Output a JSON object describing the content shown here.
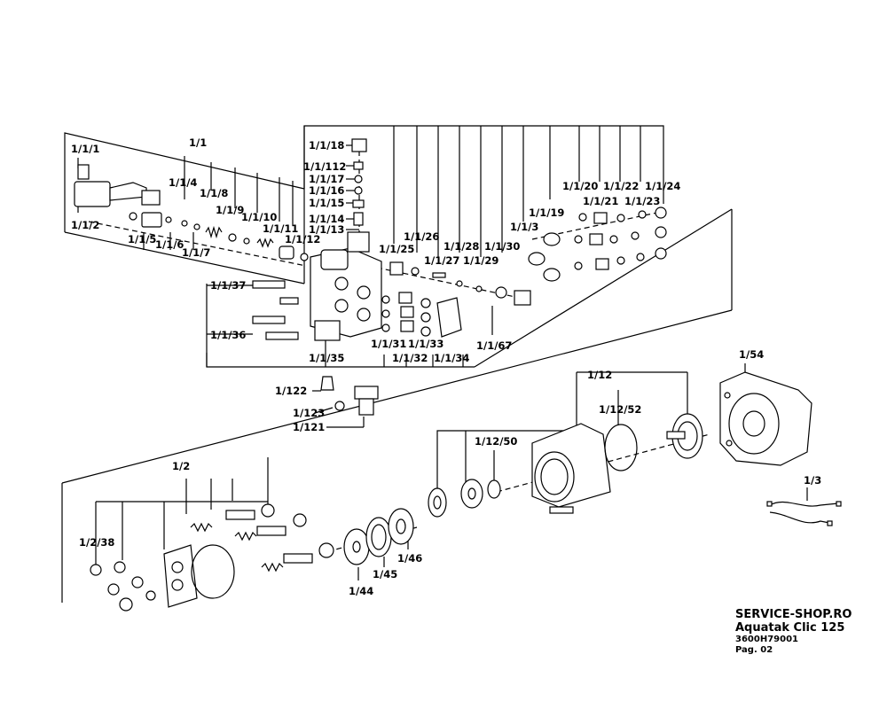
{
  "labels": {
    "l_1_1": "1/1",
    "l_1_1_1": "1/1/1",
    "l_1_1_2": "1/1/2",
    "l_1_1_4": "1/1/4",
    "l_1_1_5": "1/1/5",
    "l_1_1_6": "1/1/6",
    "l_1_1_7": "1/1/7",
    "l_1_1_8": "1/1/8",
    "l_1_1_9": "1/1/9",
    "l_1_1_10": "1/1/10",
    "l_1_1_11": "1/1/11",
    "l_1_1_12": "1/1/12",
    "l_1_1_13": "1/1/13",
    "l_1_1_14": "1/1/14",
    "l_1_1_15": "1/1/15",
    "l_1_1_16": "1/1/16",
    "l_1_1_17": "1/1/17",
    "l_1_1_112": "1/1/112",
    "l_1_1_18": "1/1/18",
    "l_1_1_19": "1/1/19",
    "l_1_1_20": "1/1/20",
    "l_1_1_21": "1/1/21",
    "l_1_1_22": "1/1/22",
    "l_1_1_23": "1/1/23",
    "l_1_1_24": "1/1/24",
    "l_1_1_25": "1/1/25",
    "l_1_1_26": "1/1/26",
    "l_1_1_27": "1/1/27",
    "l_1_1_28": "1/1/28",
    "l_1_1_29": "1/1/29",
    "l_1_1_30": "1/1/30",
    "l_1_1_3": "1/1/3",
    "l_1_1_31": "1/1/31",
    "l_1_1_32": "1/1/32",
    "l_1_1_33": "1/1/33",
    "l_1_1_34": "1/1/34",
    "l_1_1_35": "1/1/35",
    "l_1_1_36": "1/1/36",
    "l_1_1_37": "1/1/37",
    "l_1_1_67": "1/1/67",
    "l_1_122": "1/122",
    "l_1_123": "1/123",
    "l_1_121": "1/121",
    "l_1_12": "1/12",
    "l_1_12_52": "1/12/52",
    "l_1_12_50": "1/12/50",
    "l_1_54": "1/54",
    "l_1_3": "1/3",
    "l_1_2": "1/2",
    "l_1_2_38": "1/2/38",
    "l_1_44": "1/44",
    "l_1_45": "1/45",
    "l_1_46": "1/46"
  },
  "footer": {
    "shop": "SERVICE-SHOP.RO",
    "model": "Aquatak Clic 125",
    "part_number": "3600H79001",
    "page": "Pag. 02"
  }
}
